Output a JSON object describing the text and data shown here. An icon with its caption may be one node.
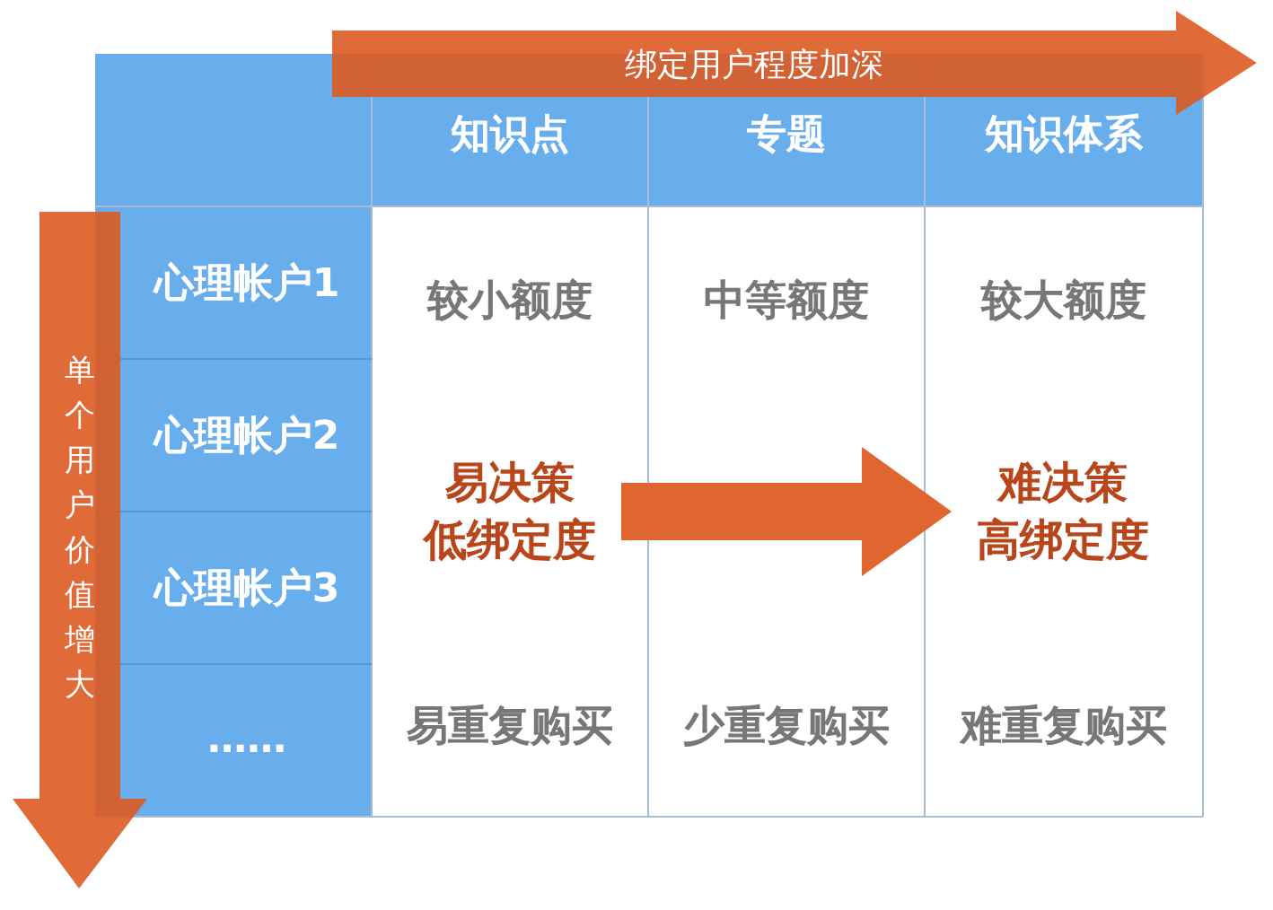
{
  "diagram": {
    "nodes": [
      {
        "text": [
          "易决策",
          "低绑定度"
        ]
      },
      {
        "text": [
          "难决策",
          "高绑定度"
        ]
      }
    ],
    "edges": [
      {
        "from": 0,
        "to": 1,
        "arrow": "to"
      }
    ],
    "labels": [
      "绑定用户程度加深",
      "知识点",
      "专题",
      "知识体系",
      "心理帐户1",
      "较小额度",
      "中等额度",
      "较大额度",
      "心理帐户2",
      "心理帐户3",
      "……",
      "易重复购买",
      "少重复购买",
      "难重复购买",
      "单个用户价值增大"
    ]
  }
}
